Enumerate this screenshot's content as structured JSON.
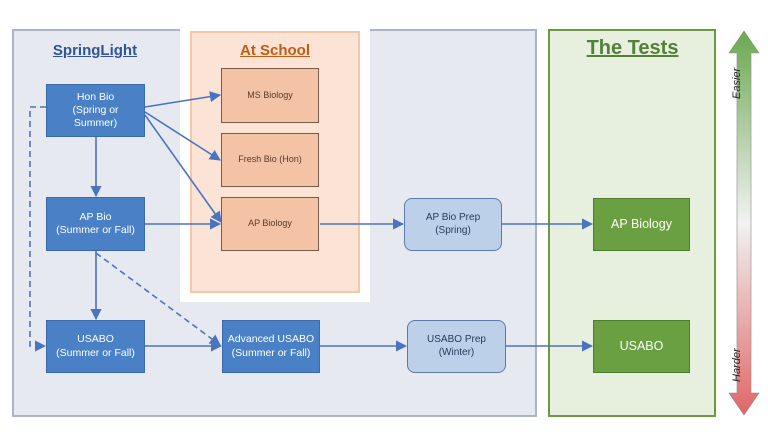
{
  "sections": {
    "springlight": "SpringLight",
    "at_school": "At School",
    "the_tests": "The Tests"
  },
  "boxes": {
    "hon_bio": "Hon Bio\n(Spring or\nSummer)",
    "ap_bio": "AP Bio\n(Summer or Fall)",
    "usabo": "USABO\n(Summer or Fall)",
    "ms_biology": "MS Biology",
    "fresh_bio": "Fresh Bio (Hon)",
    "ap_biology_school": "AP Biology",
    "advanced_usabo": "Advanced USABO\n(Summer or Fall)",
    "ap_bio_prep": "AP Bio Prep\n(Spring)",
    "usabo_prep": "USABO Prep\n(Winter)",
    "test_ap_biology": "AP Biology",
    "test_usabo": "USABO"
  },
  "scale": {
    "top": "Easier",
    "bottom": "Harder",
    "colors": {
      "top": "#6aa84f",
      "middle": "#f2f2f2",
      "bottom": "#e06666"
    }
  },
  "colors": {
    "springlight_box": "#4a80c6",
    "school_box": "#f4c2a4",
    "prep_box": "#bcd0ea",
    "test_box": "#6aa041",
    "connector": "#4a74c0"
  }
}
